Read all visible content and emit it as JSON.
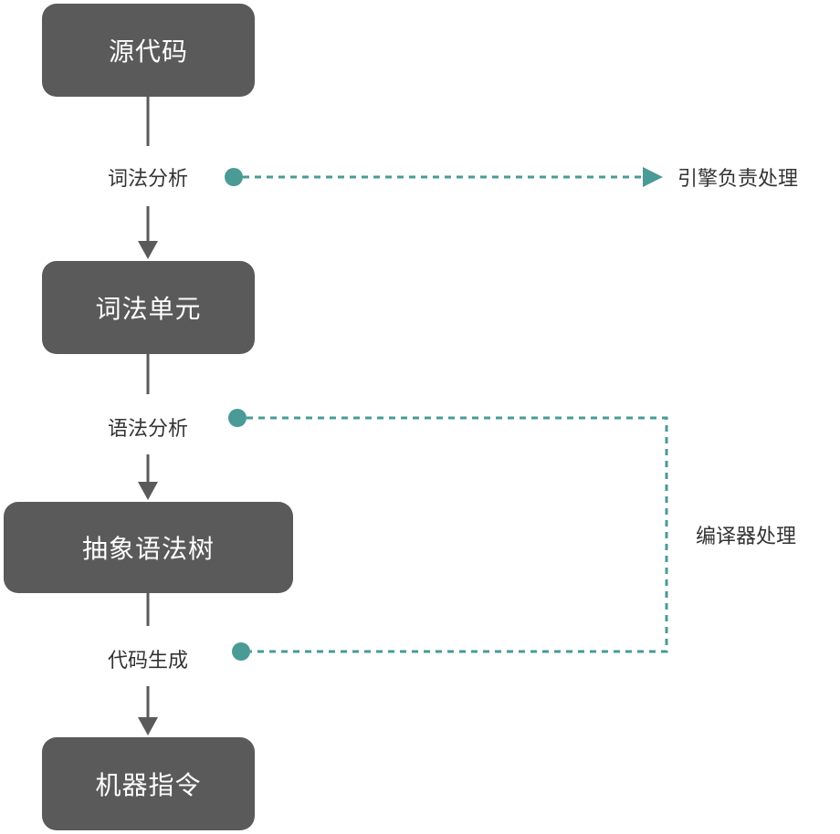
{
  "nodes": {
    "source_code": "源代码",
    "lexical_units": "词法单元",
    "ast": "抽象语法树",
    "machine_code": "机器指令"
  },
  "steps": {
    "lexical_analysis": "词法分析",
    "syntax_analysis": "语法分析",
    "code_generation": "代码生成"
  },
  "annotations": {
    "engine": "引擎负责处理",
    "compiler": "编译器处理"
  },
  "colors": {
    "box_fill": "#5a5a5a",
    "arrow": "#5a5a5a",
    "dotted_line": "#4a9a96"
  }
}
